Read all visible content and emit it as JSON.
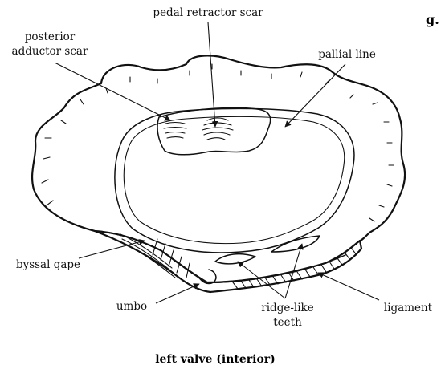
{
  "corner_text": "g.",
  "labels": {
    "pedal_retractor_scar": "pedal retractor scar",
    "posterior_adductor_scar_line1": "posterior",
    "posterior_adductor_scar_line2": "adductor scar",
    "pallial_line": "pallial line",
    "byssal_gape": "byssal gape",
    "umbo": "umbo",
    "ridge_like_teeth_line1": "ridge-like",
    "ridge_like_teeth_line2": "teeth",
    "ligament": "ligament"
  },
  "caption": "left valve (interior)"
}
